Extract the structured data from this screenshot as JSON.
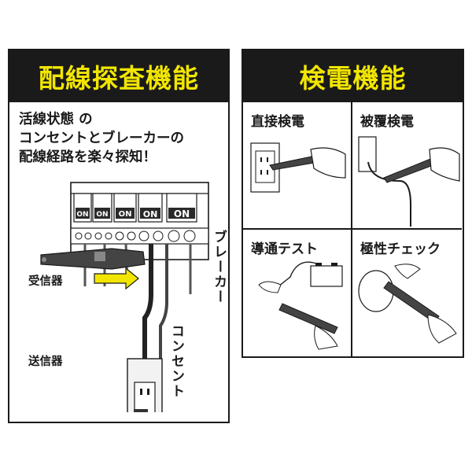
{
  "left_panel": {
    "title": "配線探査機能",
    "description_lines": [
      "活線状態 の",
      "コンセントとブレーカーの",
      "配線経路を楽々探知！"
    ],
    "breaker_label": "ブレーカー",
    "receiver_label": "受信器",
    "sender_label": "送信器",
    "outlet_label": "コンセント",
    "switch_labels": [
      "ON",
      "ON",
      "ON",
      "ON",
      "ON"
    ]
  },
  "right_panel": {
    "title": "検電機能",
    "cells": [
      {
        "title": "直接検電"
      },
      {
        "title": "被覆検電"
      },
      {
        "title": "導通テスト"
      },
      {
        "title": "極性チェック"
      }
    ]
  },
  "colors": {
    "header_bg": "#1a1a1a",
    "header_text": "#f2e600",
    "arrow": "#f2e600"
  }
}
